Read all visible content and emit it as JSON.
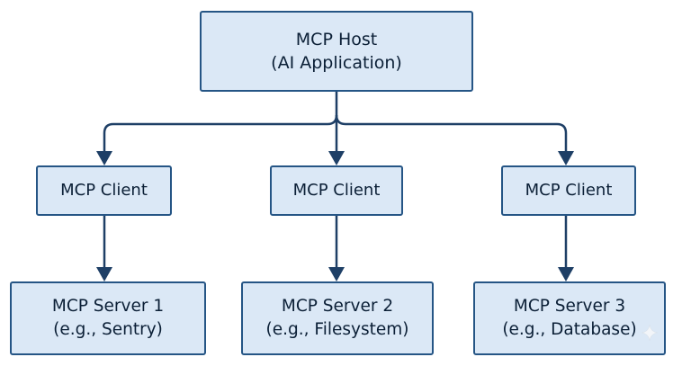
{
  "colors": {
    "node_fill": "#dbe8f6",
    "node_border": "#255585",
    "connector": "#1e3f66",
    "text": "#0b1f36",
    "background": "#ffffff"
  },
  "host": {
    "title": "MCP Host",
    "subtitle": "(AI Application)"
  },
  "clients": [
    {
      "label": "MCP Client"
    },
    {
      "label": "MCP Client"
    },
    {
      "label": "MCP Client"
    }
  ],
  "servers": [
    {
      "title": "MCP Server 1",
      "subtitle": "(e.g., Sentry)"
    },
    {
      "title": "MCP Server 2",
      "subtitle": "(e.g., Filesystem)"
    },
    {
      "title": "MCP Server 3",
      "subtitle": "(e.g., Database)"
    }
  ],
  "decoration": {
    "corner_mark": "sparkle-icon"
  }
}
